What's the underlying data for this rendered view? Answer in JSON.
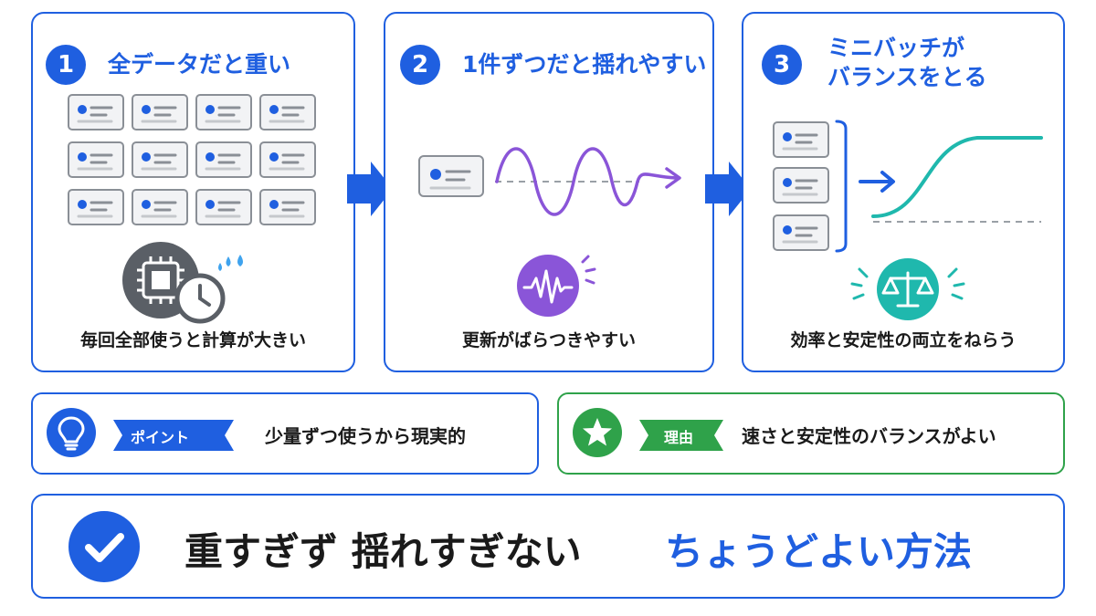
{
  "steps": [
    {
      "number": "1",
      "title": "全データだと重い",
      "caption": "毎回全部使うと計算が大きい"
    },
    {
      "number": "2",
      "title": "1件ずつだと揺れやすい",
      "caption": "更新がばらつきやすい"
    },
    {
      "number": "3",
      "title_line1": "ミニバッチが",
      "title_line2": "バランスをとる",
      "caption": "効率と安定性の両立をねらう"
    }
  ],
  "point": {
    "tag": "ポイント",
    "text": "少量ずつ使うから現実的"
  },
  "reason": {
    "tag": "理由",
    "text": "速さと安定性のバランスがよい"
  },
  "summary": {
    "text_dark": "重すぎず 揺れすぎない",
    "text_accent": "ちょうどよい方法"
  },
  "colors": {
    "blue": "#1f5fe0",
    "green": "#2fa24a",
    "purple": "#8a55d8",
    "teal": "#1fb8ad",
    "gray": "#5a5f66"
  },
  "icons": [
    "data-card-icon",
    "cpu-chip-icon",
    "clock-icon",
    "sweat-drops-icon",
    "wave-icon",
    "waveform-badge-icon",
    "curve-icon",
    "scale-icon",
    "lightbulb-icon",
    "star-icon",
    "check-icon",
    "flow-arrow-icon"
  ]
}
